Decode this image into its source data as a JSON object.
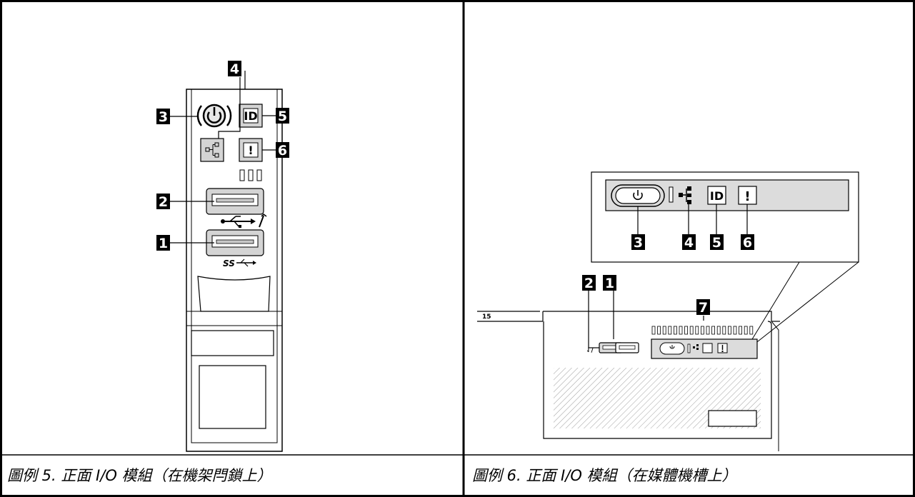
{
  "left_figure": {
    "caption": "圖例 5. 正面 I/O 模組（在機架閂鎖上）",
    "callouts": [
      "1",
      "2",
      "3",
      "4",
      "5",
      "6"
    ],
    "id_label": "ID",
    "alert_label": "!",
    "usb3_logo": "SS"
  },
  "right_figure": {
    "caption": "圖例 6. 正面 I/O 模組（在媒體機槽上）",
    "callouts": [
      "1",
      "2",
      "3",
      "4",
      "5",
      "6",
      "7"
    ],
    "bay_number": "15",
    "id_label": "ID",
    "alert_label": "!"
  },
  "colors": {
    "callout_bg": "#000000",
    "module_gray": "#d4d4d4",
    "panel_gray": "#dcdcdc",
    "border": "#000000"
  }
}
